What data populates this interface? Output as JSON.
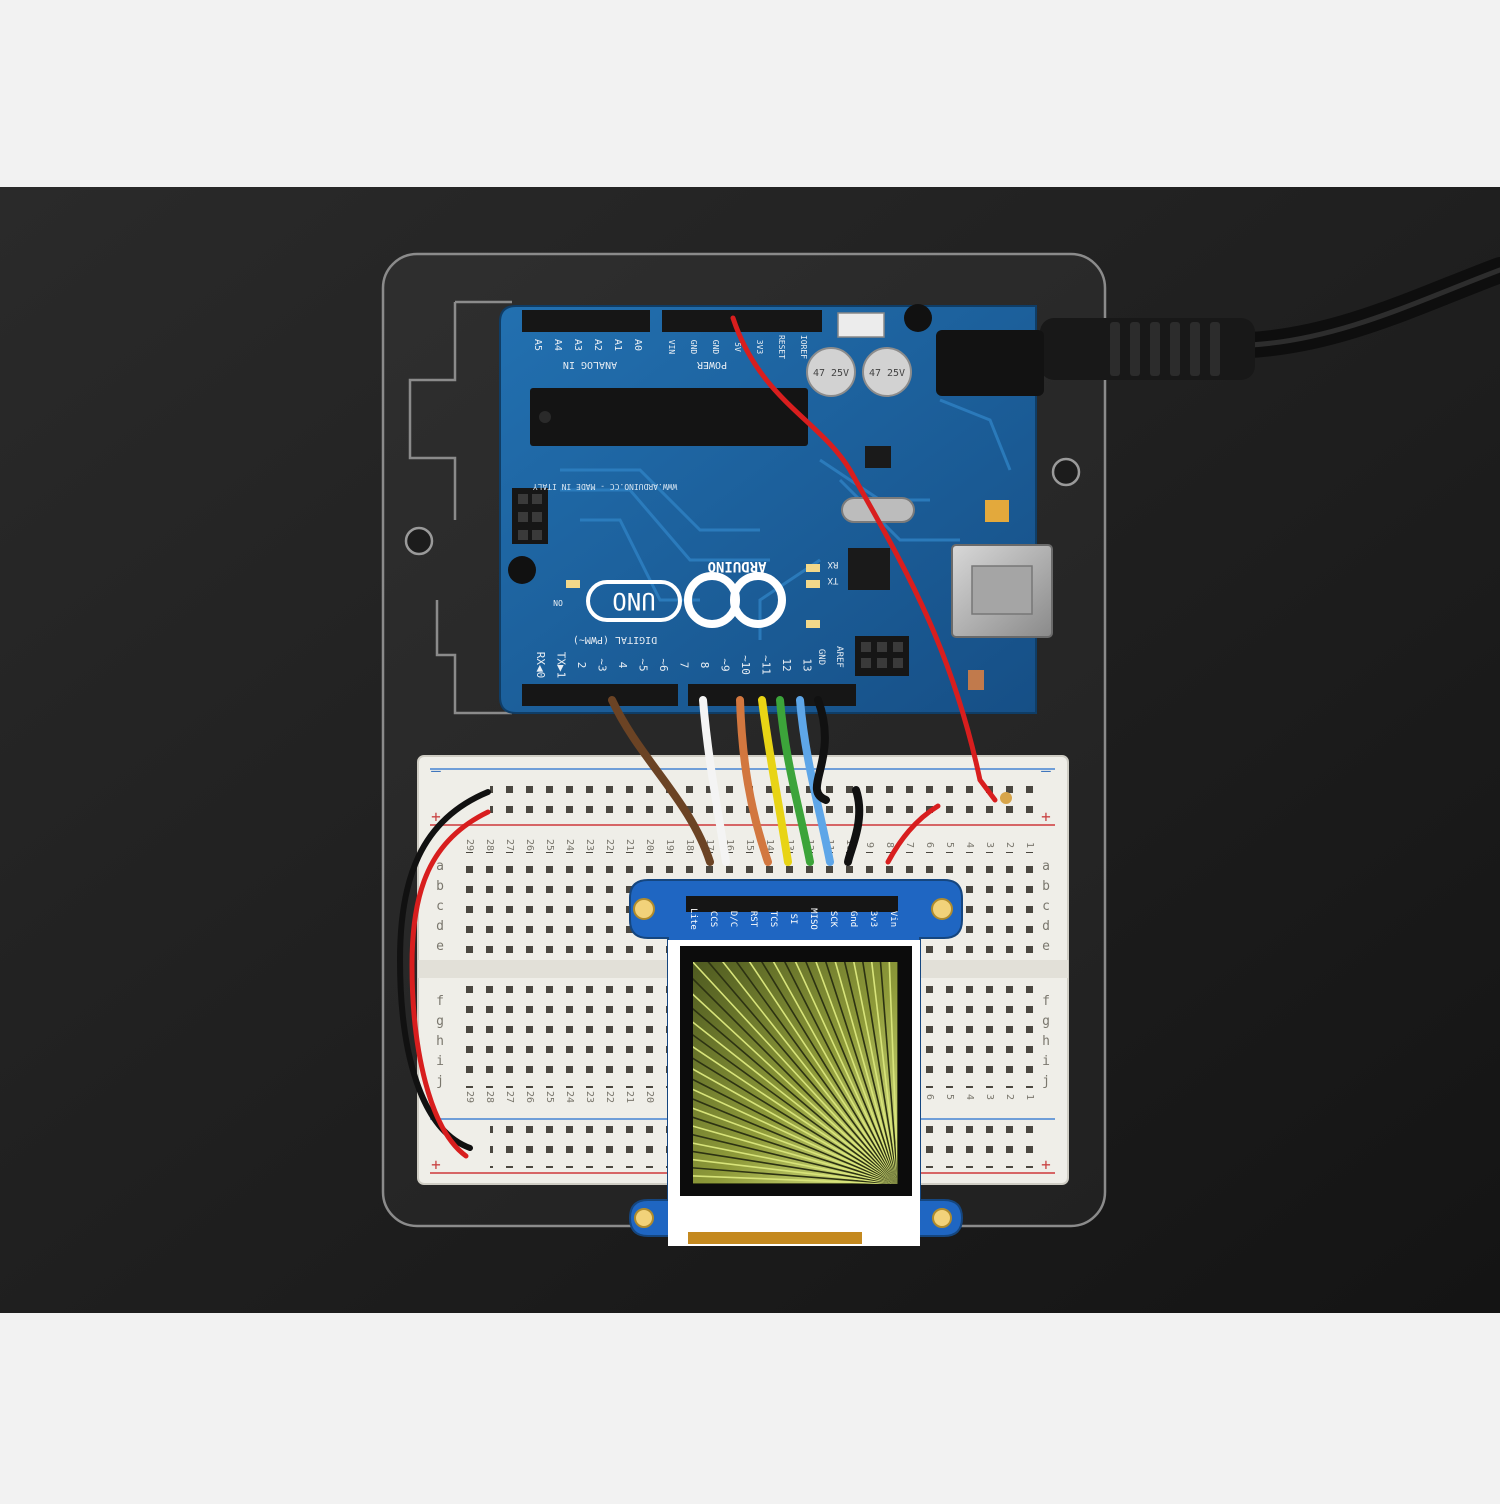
{
  "photo": {
    "backdrop_color": "#f2f2f2",
    "table_color": "#1e1e1e",
    "board_color": "#1b5f9c",
    "breadboard_color": "#efeee8"
  },
  "arduino": {
    "brand": "ARDUINO",
    "model": "UNO",
    "analog_header_label": "ANALOG IN",
    "power_header_label": "POWER",
    "digital_header_label": "DIGITAL (PWM~)",
    "site_text": "WWW.ARDUINO.CC - MADE IN ITALY",
    "on_label": "ON",
    "tx_label": "TX",
    "rx_label": "RX",
    "aref_label": "AREF",
    "gnd_label": "GND",
    "analog_pins": [
      "A5",
      "A4",
      "A3",
      "A2",
      "A1",
      "A0"
    ],
    "power_pins": [
      "VIN",
      "GND",
      "GND",
      "5V",
      "3V3",
      "RESET",
      "IOREF"
    ],
    "digital_pins": [
      "RX◀0",
      "TX▶1",
      "2",
      "~3",
      "4",
      "~5",
      "~6",
      "7",
      "8",
      "~9",
      "~10",
      "~11",
      "12",
      "13"
    ],
    "capacitor_text": "47 25V"
  },
  "breadboard": {
    "columns": [
      "29",
      "28",
      "27",
      "26",
      "25",
      "24",
      "23",
      "22",
      "21",
      "20",
      "19",
      "18",
      "17",
      "16",
      "15",
      "14",
      "13",
      "12",
      "11",
      "10",
      "9",
      "8",
      "7",
      "6",
      "5",
      "4",
      "3",
      "2",
      "1"
    ],
    "rows_top": [
      "a",
      "b",
      "c",
      "d",
      "e"
    ],
    "rows_bottom": [
      "f",
      "g",
      "h",
      "i",
      "j"
    ],
    "plus": "+",
    "minus": "–"
  },
  "tft": {
    "pins": [
      "Lite",
      "CCS",
      "D/C",
      "RST",
      "TCS",
      "SI",
      "MISO",
      "SCK",
      "Gnd",
      "3v3",
      "Vin"
    ]
  }
}
